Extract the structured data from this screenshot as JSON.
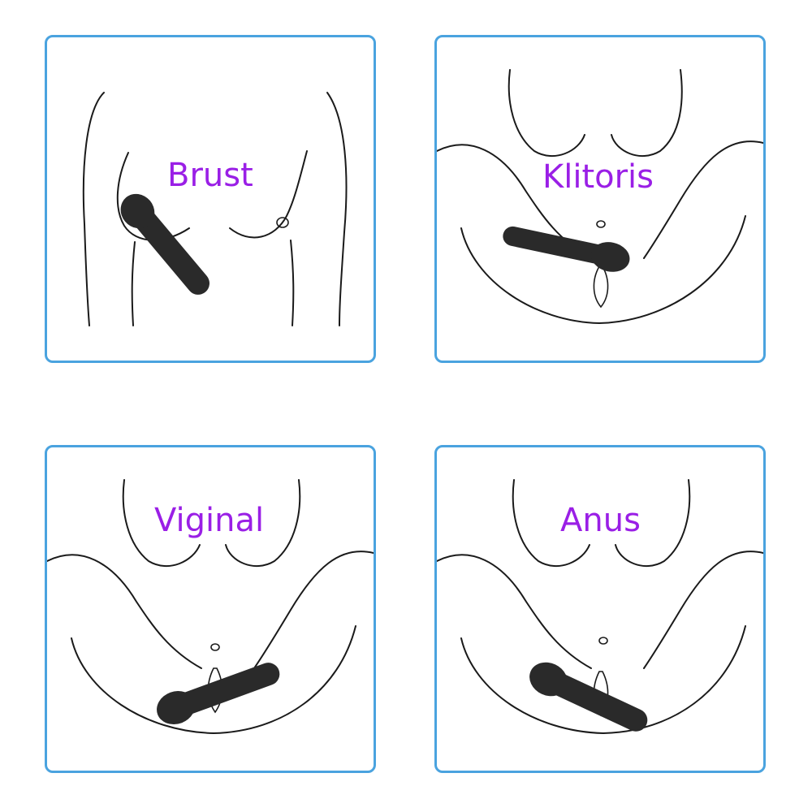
{
  "panels": [
    {
      "label": "Brust"
    },
    {
      "label": "Klitoris"
    },
    {
      "label": "Viginal"
    },
    {
      "label": "Anus"
    }
  ],
  "colors": {
    "label": "#9a1fe6",
    "border": "#4aa3df",
    "line": "#1a1a1a",
    "toy": "#2a2a2a"
  }
}
